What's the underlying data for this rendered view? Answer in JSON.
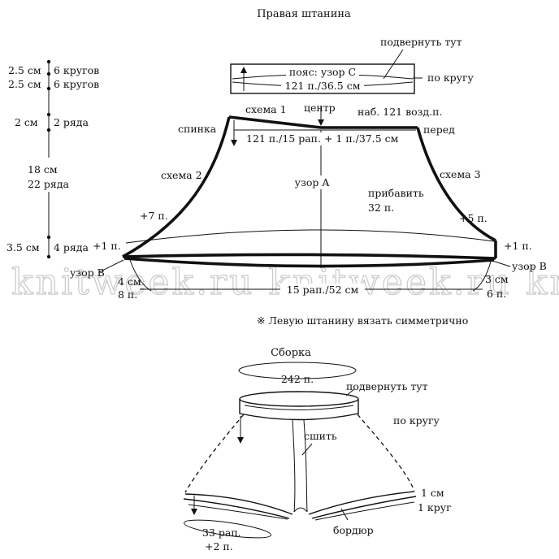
{
  "title": "Правая штанина",
  "labels": {
    "fold_top": "подвернуть тут",
    "in_round_top": "по кругу",
    "waistband": "пояс: узор C",
    "waist_count": "121 п./36.5 см",
    "scheme1": "схема 1",
    "center": "центр",
    "cast_on": "наб. 121 возд.п.",
    "back": "спинка",
    "front": "перед",
    "top_count": "121 п./15 рап. + 1 п./37.5 см",
    "scheme2": "схема 2",
    "pattern_a": "узор A",
    "scheme3": "схема 3",
    "add": "прибавить",
    "add_count": "32 п.",
    "plus7": "+7 п.",
    "plus5": "+5 п.",
    "plus1_left": "+1 п.",
    "plus1_right": "+1 п.",
    "pattern_b_left": "узор B",
    "pattern_b_right": "узор B",
    "left_cm": "4 см",
    "left_st": "8 п.",
    "right_cm": "3 см",
    "right_st": "6 п.",
    "bottom_count": "15 рап./52 см"
  },
  "side_measures": {
    "m1_cm": "2.5 см",
    "m1_rows": "6 кругов",
    "m2_cm": "2.5 см",
    "m2_rows": "6 кругов",
    "m3_cm": "2 см",
    "m3_rows": "2 ряда",
    "m4_cm": "18 см",
    "m4_rows": "22 ряда",
    "m5_cm": "3.5 см",
    "m5_rows": "4 ряда"
  },
  "watermark": "knitweek.ru   knitweek.ru   knitw",
  "note": "※ Левую штанину вязать симметрично",
  "assembly": {
    "title": "Сборка",
    "top_count": "242 п.",
    "fold": "подвернуть тут",
    "in_round": "по кругу",
    "sew": "сшить",
    "hem_cm": "1 см",
    "hem_rows": "1 круг",
    "border": "бордюр",
    "bottom_count": "33 рап.",
    "bottom_plus": "+2 п."
  }
}
